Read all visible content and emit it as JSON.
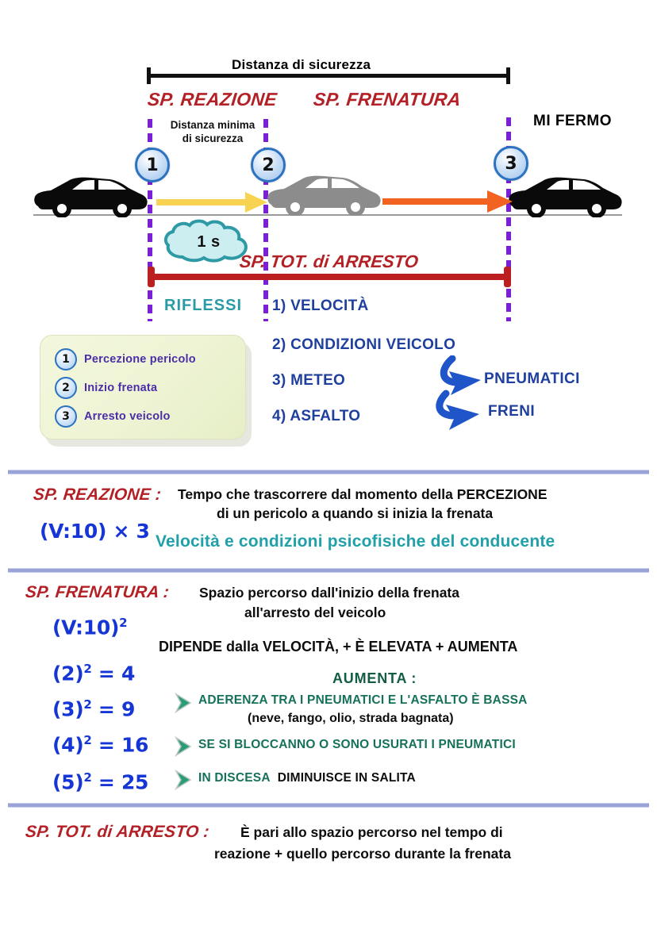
{
  "diagram": {
    "top_label": "Distanza di sicurezza",
    "reaction_label": "SP. REAZIONE",
    "braking_label": "SP. FRENATURA",
    "stop_label": "MI FERMO",
    "min_distance_line1": "Distanza minima",
    "min_distance_line2": "di sicurezza",
    "markers": [
      "1",
      "2",
      "3"
    ],
    "cloud_time": "1 s",
    "total_stop_label": "SP. TOT. di ARRESTO",
    "reflexes_label": "RIFLESSI",
    "factors": [
      "1) VELOCITÀ",
      "2) CONDIZIONI VEICOLO",
      "3) METEO",
      "4) ASFALTO"
    ],
    "branch_labels": [
      "PNEUMATICI",
      "FRENI"
    ],
    "legend": [
      {
        "num": "1",
        "text": "Percezione pericolo"
      },
      {
        "num": "2",
        "text": "Inizio frenata"
      },
      {
        "num": "3",
        "text": "Arresto veicolo"
      }
    ],
    "colors": {
      "red_title": "#b32025",
      "blue_factor": "#1f3f9e",
      "teal": "#2a9aa5",
      "purple_dash": "#7b1fd6",
      "marker_ring": "#2b72c0",
      "red_bar": "#bd1f20",
      "arrow_yellow": "#f7d354",
      "arrow_orange": "#f26322",
      "legend_bg": "#eef4d4",
      "legend_text": "#4b2ea8",
      "divider": "#9aa3d8"
    }
  },
  "section_reazione": {
    "title": "SP. REAZIONE :",
    "formula": "(V:10) × 3",
    "desc_line1": "Tempo che trascorrere dal momento della PERCEZIONE",
    "desc_line2": "di un pericolo a quando si inizia la frenata",
    "note": "Velocità e condizioni psicofisiche del conducente"
  },
  "section_frenatura": {
    "title": "SP. FRENATURA :",
    "formula_base": "(V:10)",
    "formula_exp": "2",
    "desc_line1": "Spazio percorso dall'inizio della frenata",
    "desc_line2": "all'arresto del veicolo",
    "depends": "DIPENDE dalla VELOCITÀ, + È ELEVATA + AUMENTA",
    "aumenta_header": "AUMENTA :",
    "examples": [
      {
        "base": "(2)",
        "exp": "2",
        "result": "= 4"
      },
      {
        "base": "(3)",
        "exp": "2",
        "result": "= 9"
      },
      {
        "base": "(4)",
        "exp": "2",
        "result": "= 16"
      },
      {
        "base": "(5)",
        "exp": "2",
        "result": "= 25"
      }
    ],
    "bullets": [
      "ADERENZA TRA I PNEUMATICI E L'ASFALTO È BASSA",
      "SE SI BLOCCANNO O SONO USURATI I PNEUMATICI",
      "IN DISCESA"
    ],
    "bullet1_sub": "(neve, fango, olio, strada bagnata)",
    "bullet3_suffix": "DIMINUISCE IN SALITA"
  },
  "section_arresto": {
    "title": "SP. TOT. di ARRESTO :",
    "desc_line1": "È pari allo spazio percorso nel tempo di",
    "desc_line2": "reazione + quello percorso durante la frenata"
  }
}
